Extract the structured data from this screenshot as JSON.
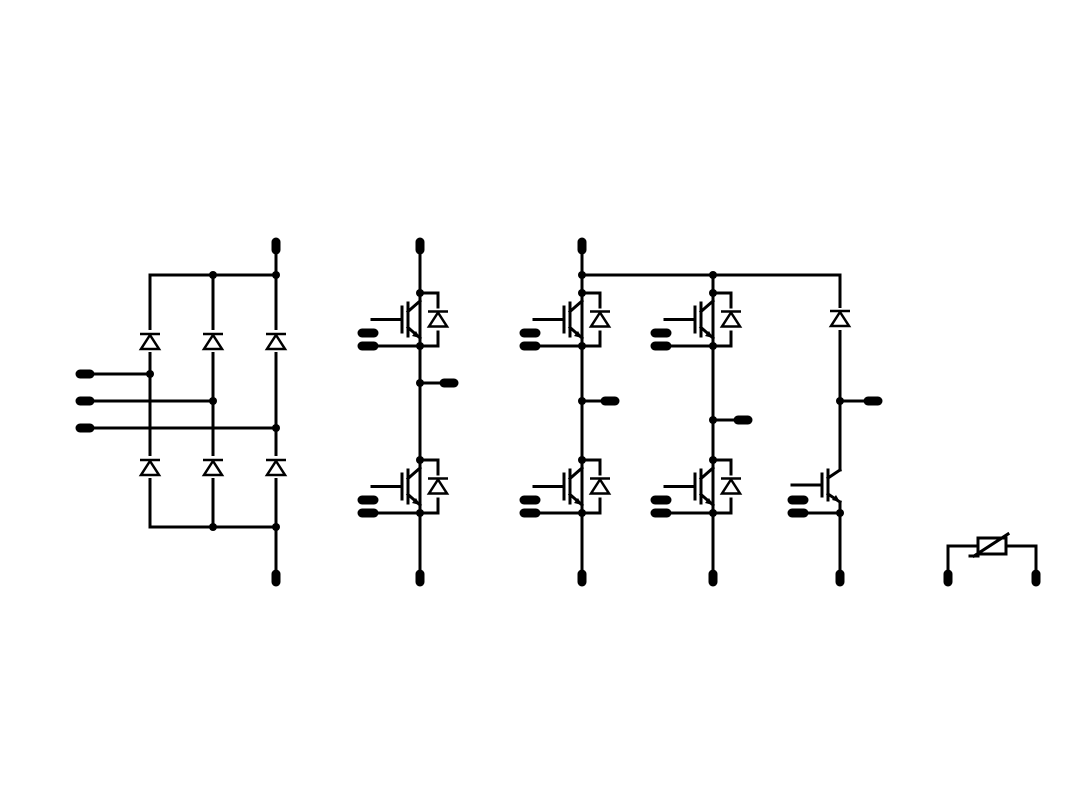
{
  "diagram": {
    "type": "power-module-schematic",
    "stroke_color": "#000000",
    "background_color": "#ffffff",
    "blocks": [
      {
        "id": "rectifier",
        "kind": "three-phase diode bridge",
        "diodes": 6,
        "ac_inputs": 3,
        "dc_terminals": 2
      },
      {
        "id": "half-bridge-1",
        "kind": "igbt with antiparallel diode, half bridge",
        "switches": 2
      },
      {
        "id": "half-bridge-2",
        "kind": "igbt with antiparallel diode, half bridge",
        "switches": 2
      },
      {
        "id": "half-bridge-3",
        "kind": "igbt with antiparallel diode, half bridge",
        "switches": 2
      },
      {
        "id": "brake-chopper",
        "kind": "diode + igbt brake chopper",
        "switches": 1
      },
      {
        "id": "ntc-thermistor",
        "kind": "thermistor",
        "terminals": 2
      }
    ]
  }
}
